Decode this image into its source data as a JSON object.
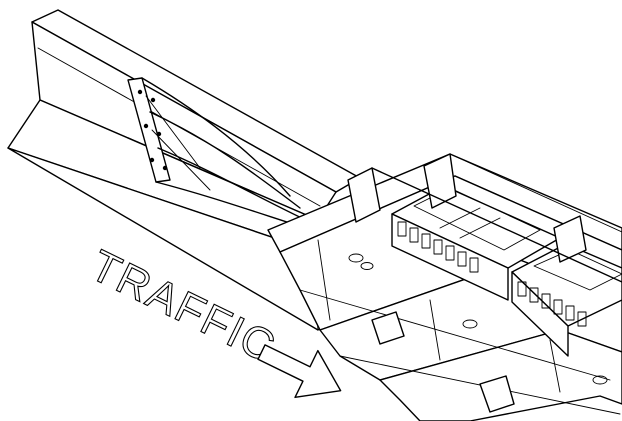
{
  "diagram": {
    "flow_label": "TRAFFIC",
    "components": [
      "concrete-barrier",
      "transition-plate",
      "crash-cushion-rails",
      "energy-absorbing-cartridges",
      "support-frames",
      "traffic-arrow"
    ]
  }
}
